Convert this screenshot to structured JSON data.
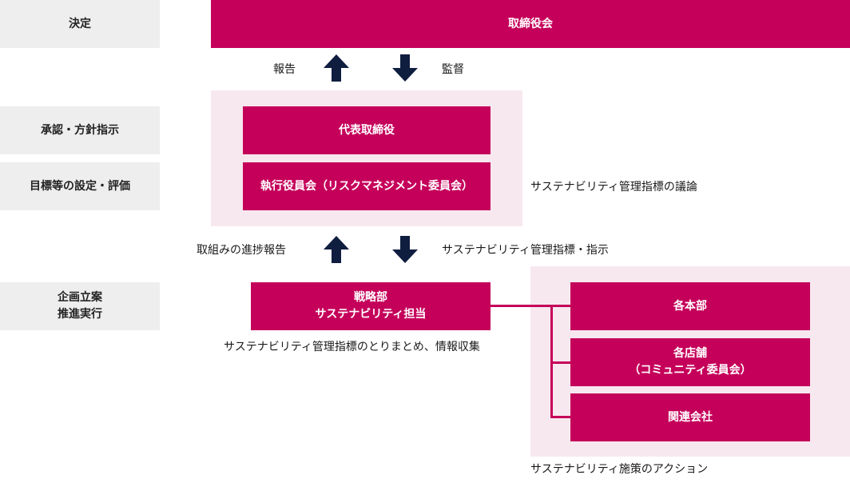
{
  "colors": {
    "accent": "#c5005a",
    "arrow": "#0f1d3f",
    "label_bg": "#eeeeee",
    "group_bg": "#f7e8ef"
  },
  "left_labels": {
    "decision": "決定",
    "approval": "承認・方針指示",
    "targets": "目標等の設定・評価",
    "planning": "企画立案\n推進実行"
  },
  "boxes": {
    "board": "取締役会",
    "representative": "代表取締役",
    "executive_committee": "執行役員会（リスクマネジメント委員会）",
    "strategy": "戦略部\nサステナビリティ担当",
    "headquarters": "各本部",
    "stores": "各店舗\n（コミュニティ委員会）",
    "affiliates": "関連会社"
  },
  "flows": {
    "report": "報告",
    "supervision": "監督",
    "progress_report": "取組みの進捗報告",
    "indicators_instruction": "サステナビリティ管理指標・指示"
  },
  "notes": {
    "discussion": "サステナビリティ管理指標の議論",
    "compilation": "サステナビリティ管理指標のとりまとめ、情報収集",
    "actions": "サステナビリティ施策のアクション"
  }
}
